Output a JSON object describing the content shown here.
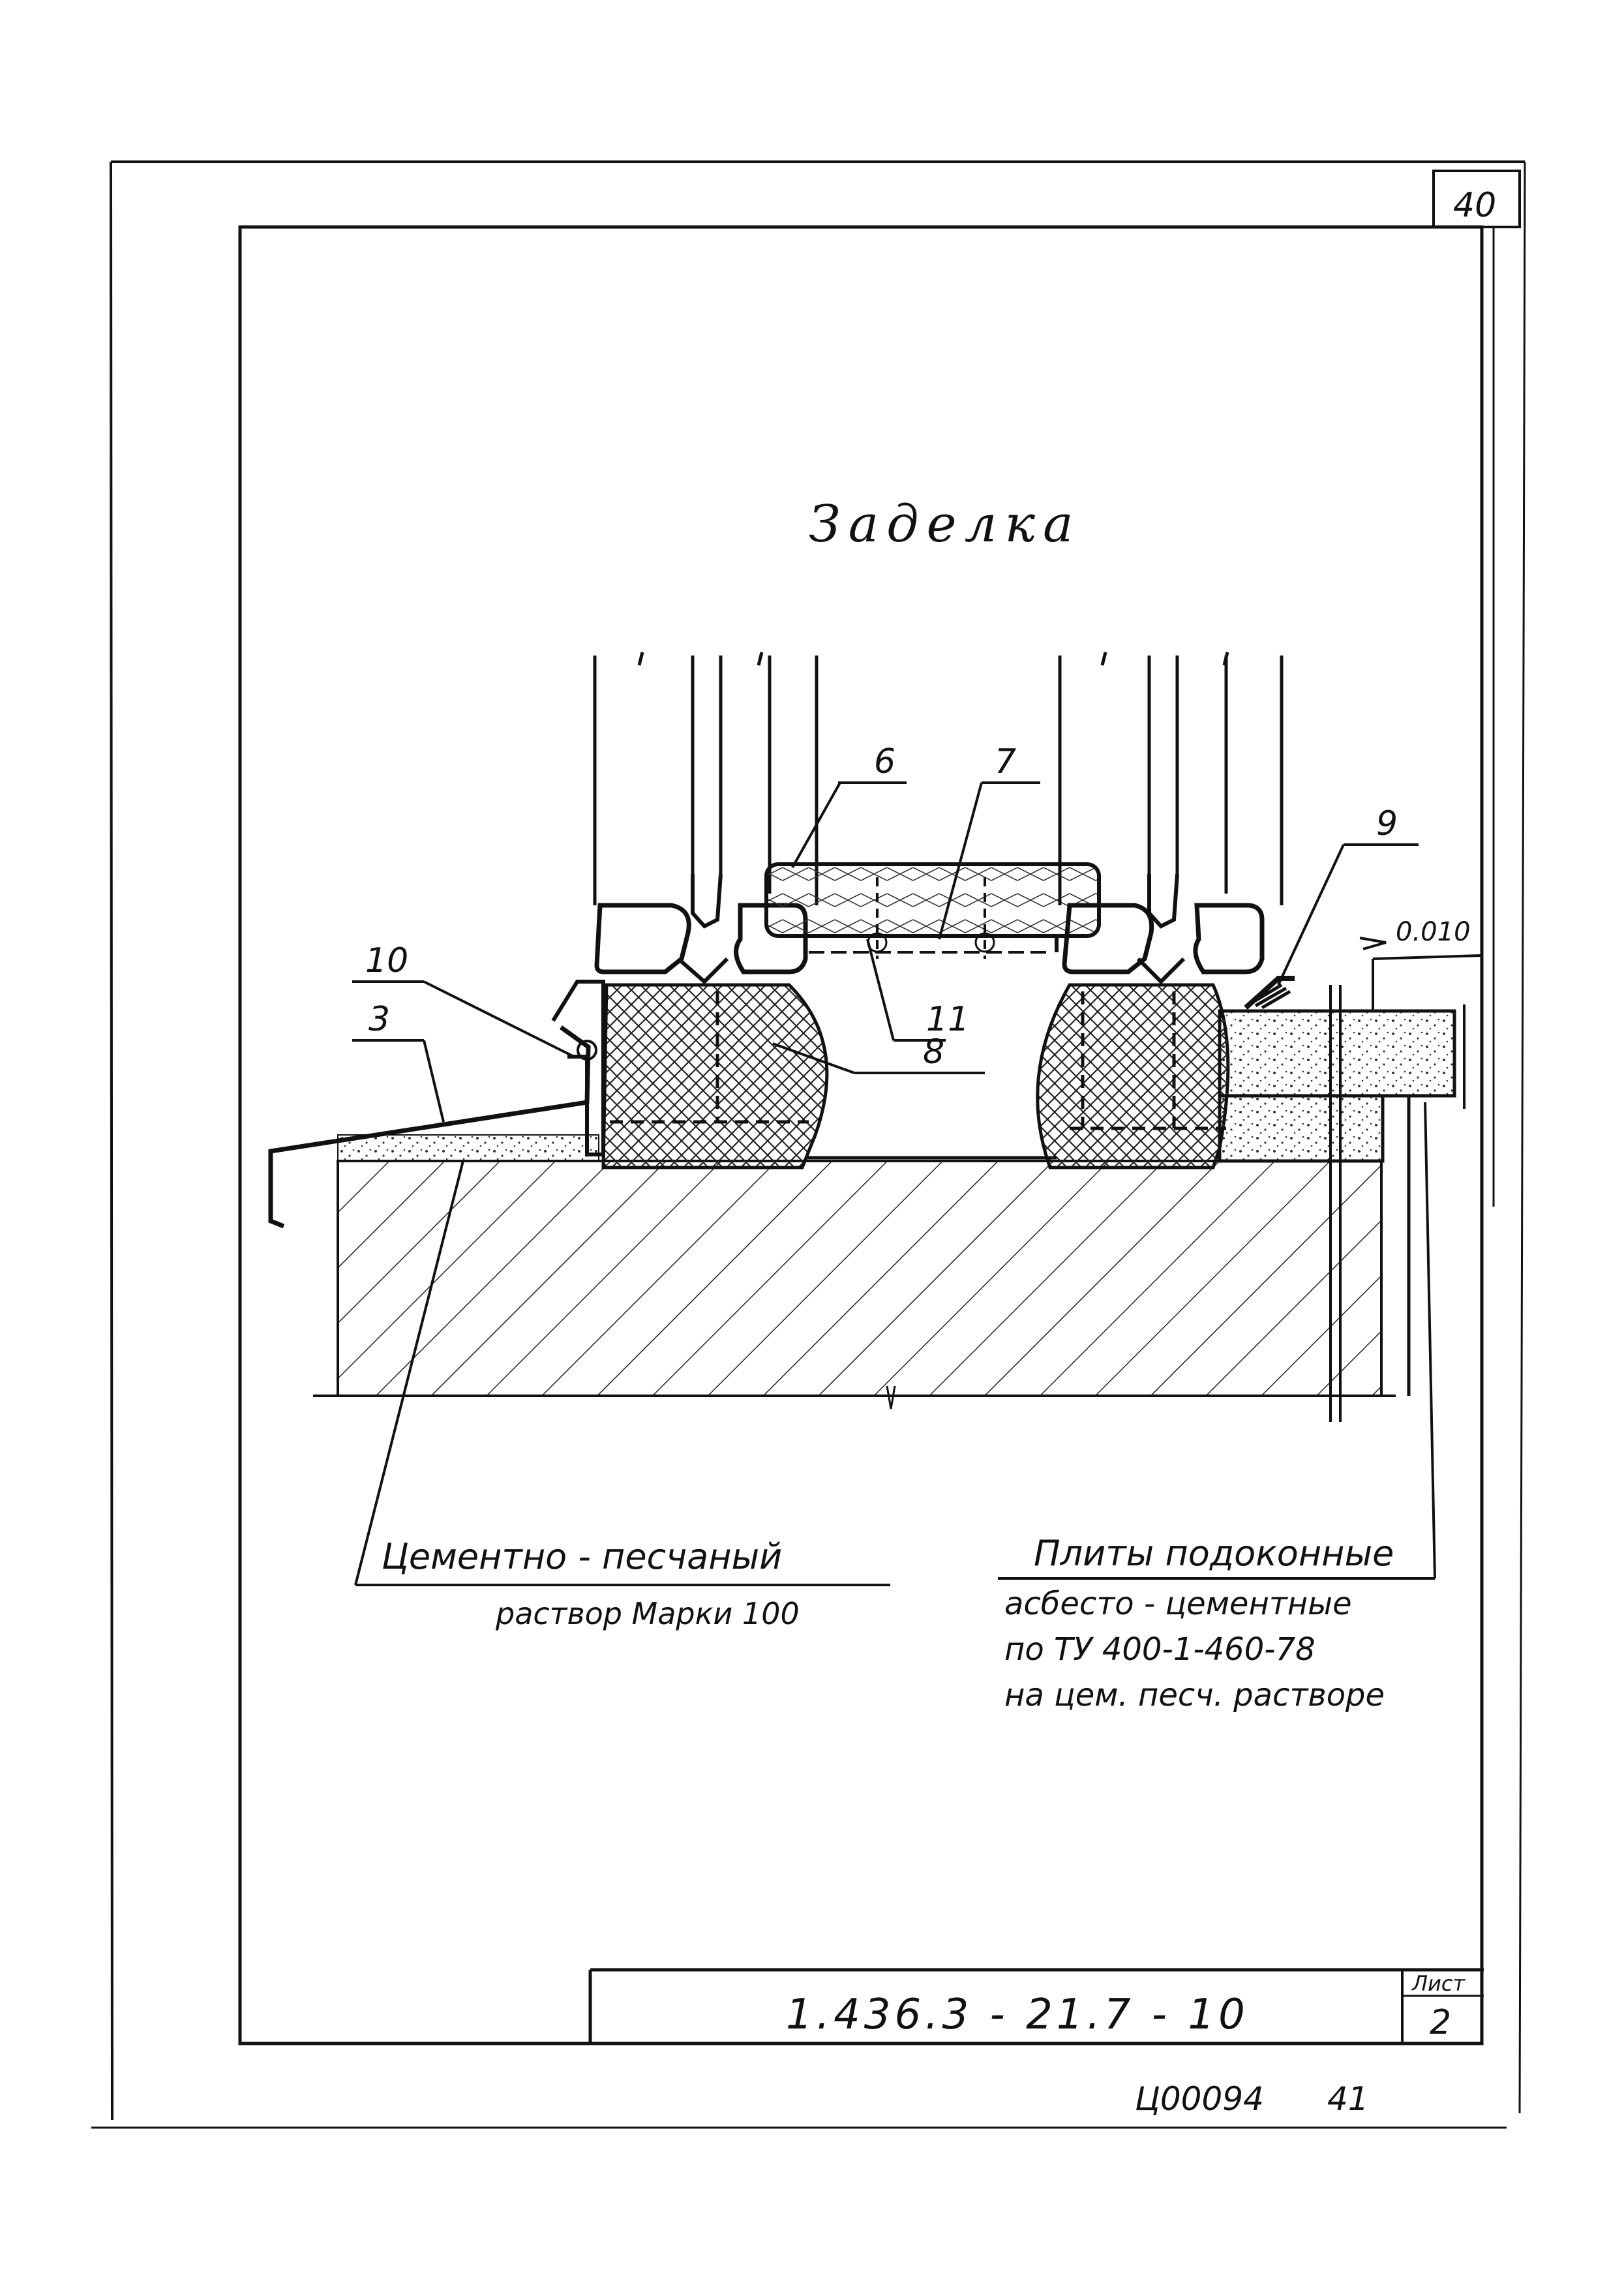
{
  "page": {
    "corner_number": "40",
    "title": "Заделка",
    "footer_code": "Ц00094",
    "footer_page": "41"
  },
  "stamp": {
    "designation": "1.436.3 - 21.7 - 10",
    "sheet_label": "Лист",
    "sheet_number": "2"
  },
  "drawing": {
    "level_mark": "0.010",
    "callouts": [
      "6",
      "7",
      "8",
      "9",
      "10",
      "11",
      "3"
    ],
    "note_mortar": [
      "Цементно - песчаный",
      "раствор Марки 100"
    ],
    "note_slabs": [
      "Плиты подоконные",
      "асбесто - цементные",
      "по ТУ 400-1-460-78",
      "на цем. песч. растворе"
    ]
  }
}
